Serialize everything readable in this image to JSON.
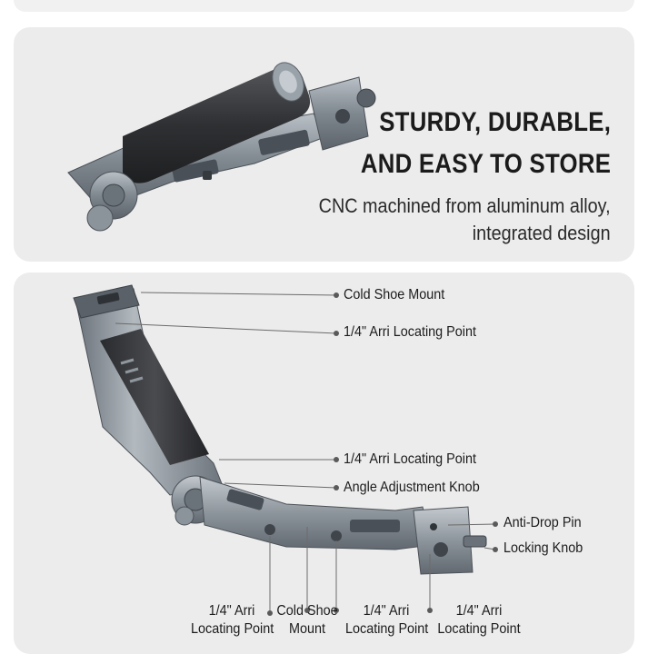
{
  "hero": {
    "headline_line1": "STURDY, DURABLE,",
    "headline_line2": "AND EASY TO STORE",
    "subline_line1": "CNC machined from aluminum alloy,",
    "subline_line2": "integrated design"
  },
  "callouts": {
    "right": [
      {
        "text": "Cold Shoe Mount"
      },
      {
        "text": "1/4\" Arri Locating Point"
      },
      {
        "text": "1/4\" Arri Locating Point"
      },
      {
        "text": "Angle Adjustment Knob"
      },
      {
        "text": "Anti-Drop Pin"
      },
      {
        "text": "Locking Knob"
      }
    ],
    "bottom": [
      {
        "line1": "1/4\" Arri",
        "line2": "Locating Point"
      },
      {
        "line1": "Cold Shoe",
        "line2": "Mount"
      },
      {
        "line1": "1/4\" Arri",
        "line2": "Locating Point"
      },
      {
        "line1": "1/4\" Arri",
        "line2": "Locating Point"
      }
    ]
  },
  "colors": {
    "panel": "#ececec",
    "metal": "#8b939b",
    "grip": "#3a3b3e",
    "text": "#1b1b1b"
  }
}
